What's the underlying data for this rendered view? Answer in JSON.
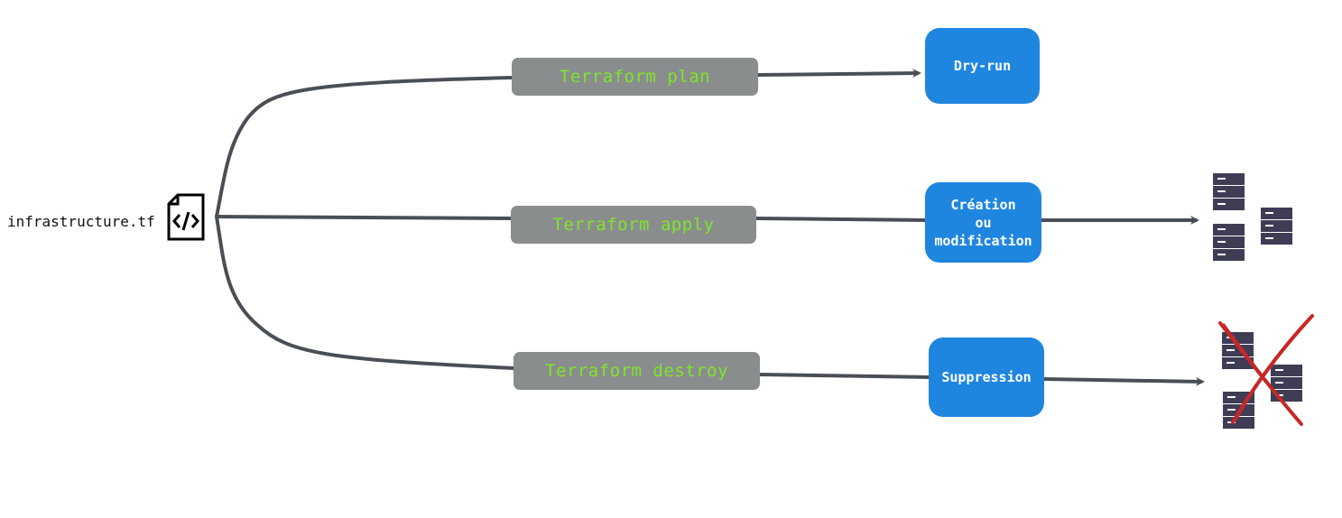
{
  "file": {
    "name": "infrastructure.tf",
    "icon": "code-file-icon"
  },
  "commands": [
    {
      "label": "Terraform plan"
    },
    {
      "label": "Terraform apply"
    },
    {
      "label": "Terraform destroy"
    }
  ],
  "results": {
    "plan": {
      "label": "Dry-run"
    },
    "apply": {
      "lines": [
        "Création",
        "ou",
        "modification"
      ]
    },
    "destroy": {
      "label": "Suppression"
    }
  },
  "icons": {
    "servers_created": "server-stack-icon",
    "servers_deleted": "server-stack-crossed-icon"
  },
  "colors": {
    "command_bg": "#8a8d8d",
    "command_text": "#7ee62a",
    "result_bg": "#1f86e0",
    "connector": "#4a4f55",
    "server": "#3e3d55",
    "cross": "#c62828"
  }
}
